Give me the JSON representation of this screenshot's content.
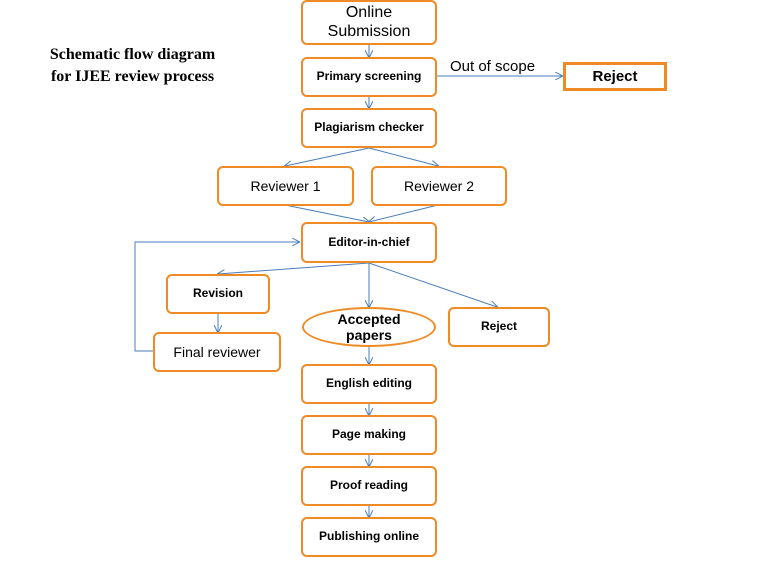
{
  "title": {
    "line1": "Schematic flow diagram",
    "line2": "for IJEE review process"
  },
  "edge_labels": {
    "out_of_scope": "Out of scope"
  },
  "nodes": {
    "online_submission": {
      "line1": "Online",
      "line2": "Submission"
    },
    "primary_screening": "Primary screening",
    "reject_top": "Reject",
    "plagiarism_checker": "Plagiarism checker",
    "reviewer_1": "Reviewer 1",
    "reviewer_2": "Reviewer 2",
    "editor_in_chief": "Editor-in-chief",
    "revision": "Revision",
    "final_reviewer": "Final reviewer",
    "accepted_papers": {
      "line1": "Accepted",
      "line2": "papers"
    },
    "reject_bottom": "Reject",
    "english_editing": "English editing",
    "page_making": "Page making",
    "proof_reading": "Proof reading",
    "publishing_online": "Publishing online"
  },
  "colors": {
    "box_border": "#F08A24",
    "arrow": "#4A7EBB"
  }
}
